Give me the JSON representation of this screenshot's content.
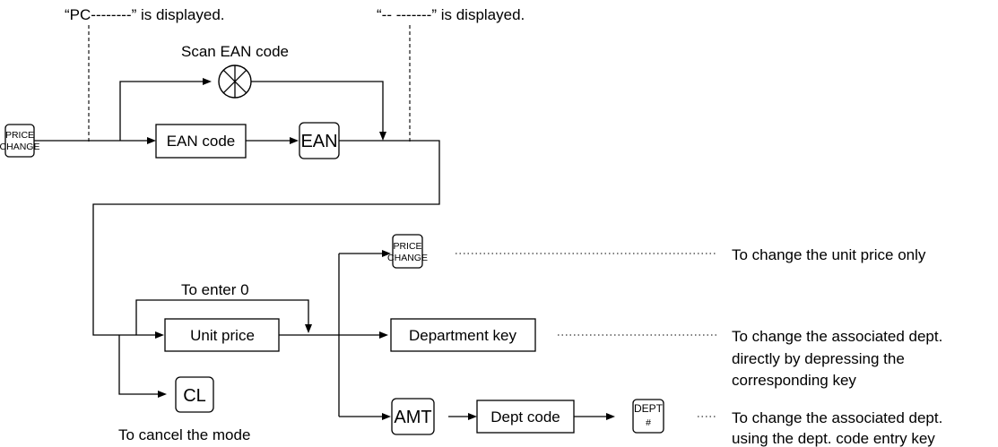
{
  "annotations": {
    "pc_displayed": "“PC--------” is displayed.",
    "dash_displayed": "“-- -------” is displayed.",
    "scan_ean": "Scan EAN code",
    "to_enter_0": "To enter 0",
    "to_cancel": "To cancel the mode",
    "change_unit_price": "To change the unit price only",
    "change_dept_direct": [
      "To change the associated dept.",
      "directly by depressing the",
      "corresponding key"
    ],
    "change_dept_code": [
      "To change the associated dept.",
      "using the dept. code entry key"
    ]
  },
  "keys": {
    "price_change": [
      "PRICE",
      "CHANGE"
    ],
    "ean": "EAN",
    "cl": "CL",
    "amt": "AMT",
    "dept_hash": [
      "DEPT",
      "#"
    ]
  },
  "boxes": {
    "ean_code": "EAN code",
    "unit_price": "Unit price",
    "department_key": "Department key",
    "dept_code": "Dept code"
  }
}
